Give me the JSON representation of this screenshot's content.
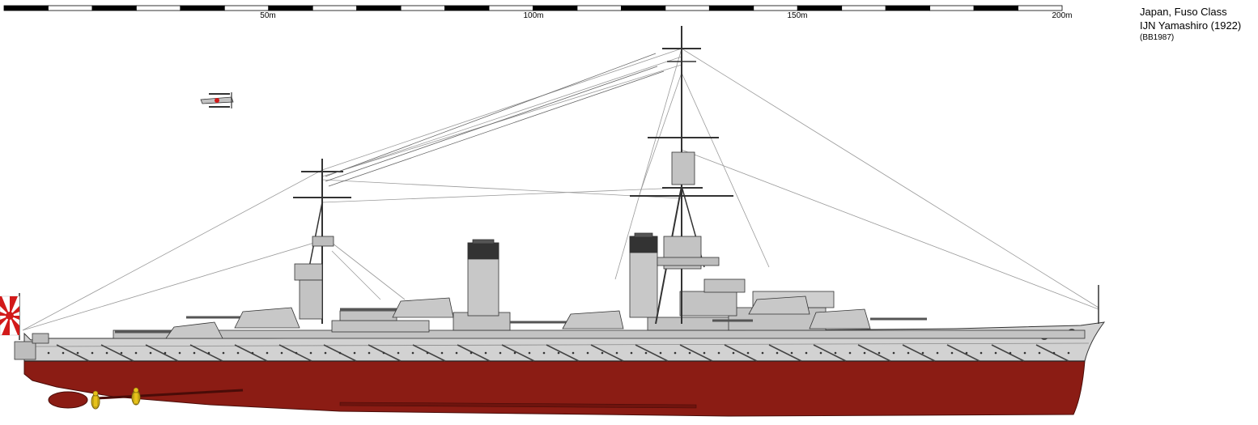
{
  "scale_bar": {
    "labels": [
      "50m",
      "100m",
      "150m",
      "200m"
    ],
    "segments": 24
  },
  "title_block": {
    "line1": "Japan, Fuso Class",
    "line2": "IJN Yamashiro (1922)",
    "line3": "(BB1987)"
  },
  "colors": {
    "hull_red": "#8b1c14",
    "hull_grey": "#d2d2d2",
    "superstructure_grey": "#c3c3c3",
    "deck_grey": "#a8a8a8",
    "outline": "#333333",
    "flag_red": "#d21a1a",
    "crew_yellow": "#e6c21a"
  }
}
